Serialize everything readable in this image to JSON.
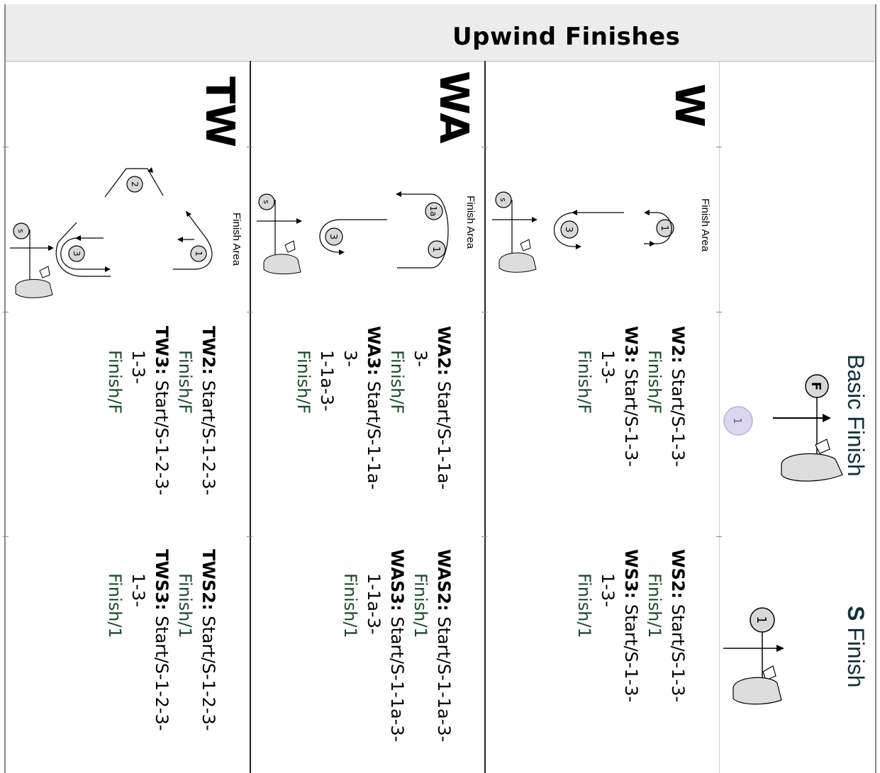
{
  "header": {
    "title": "Upwind Finishes"
  },
  "legend": {
    "basic_finish": {
      "title": "Basic Finish",
      "mark_label": "F",
      "badge": "1"
    },
    "s_finish": {
      "title_bold": "S",
      "title_rest": " Finish",
      "mark_label": "1"
    }
  },
  "columns": [
    {
      "title": "W",
      "finish_area": "Finish Area",
      "marks": [
        "1",
        "3",
        "s"
      ],
      "course_a": {
        "code": "W2:",
        "lines": [
          "Start/S-1-3-",
          "Finish/F"
        ]
      },
      "course_b": {
        "code": "W3:",
        "lines": [
          "Start/S-1-3-",
          "1-3-",
          "Finish/F"
        ]
      },
      "course_c": {
        "code": "WS2:",
        "lines": [
          "Start/S-1-3-",
          "Finish/1"
        ]
      },
      "course_d": {
        "code": "WS3:",
        "lines": [
          "Start/S-1-3-",
          "1-3-",
          "Finish/1"
        ]
      }
    },
    {
      "title": "WA",
      "finish_area": "Finish Area",
      "marks": [
        "1",
        "1a",
        "3",
        "s"
      ],
      "course_a": {
        "code": "WA2:",
        "lines": [
          "Start/S-1-1a-",
          "3-",
          "Finish/F"
        ]
      },
      "course_b": {
        "code": "WA3:",
        "lines": [
          "Start/S-1-1a-",
          "3-",
          "1-1a-3-",
          "Finish/F"
        ]
      },
      "course_c": {
        "code": "WAS2:",
        "lines": [
          "Start/S-1-1a-3-",
          "Finish/1"
        ]
      },
      "course_d": {
        "code": "WAS3:",
        "lines": [
          "Start/S-1-1a-3-",
          "1-1a-3-",
          "Finish/1"
        ]
      }
    },
    {
      "title": "TW",
      "finish_area": "Finish Area",
      "marks": [
        "1",
        "2",
        "3",
        "s"
      ],
      "course_a": {
        "code": "TW2:",
        "lines": [
          "Start/S-1-2-3-",
          "Finish/F"
        ]
      },
      "course_b": {
        "code": "TW3:",
        "lines": [
          "Start/S-1-2-3-",
          "1-3-",
          "Finish/F"
        ]
      },
      "course_c": {
        "code": "TWS2:",
        "lines": [
          "Start/S-1-2-3-",
          "Finish/1"
        ]
      },
      "course_d": {
        "code": "TWS3:",
        "lines": [
          "Start/S-1-2-3-",
          "1-3-",
          "Finish/1"
        ]
      }
    }
  ]
}
